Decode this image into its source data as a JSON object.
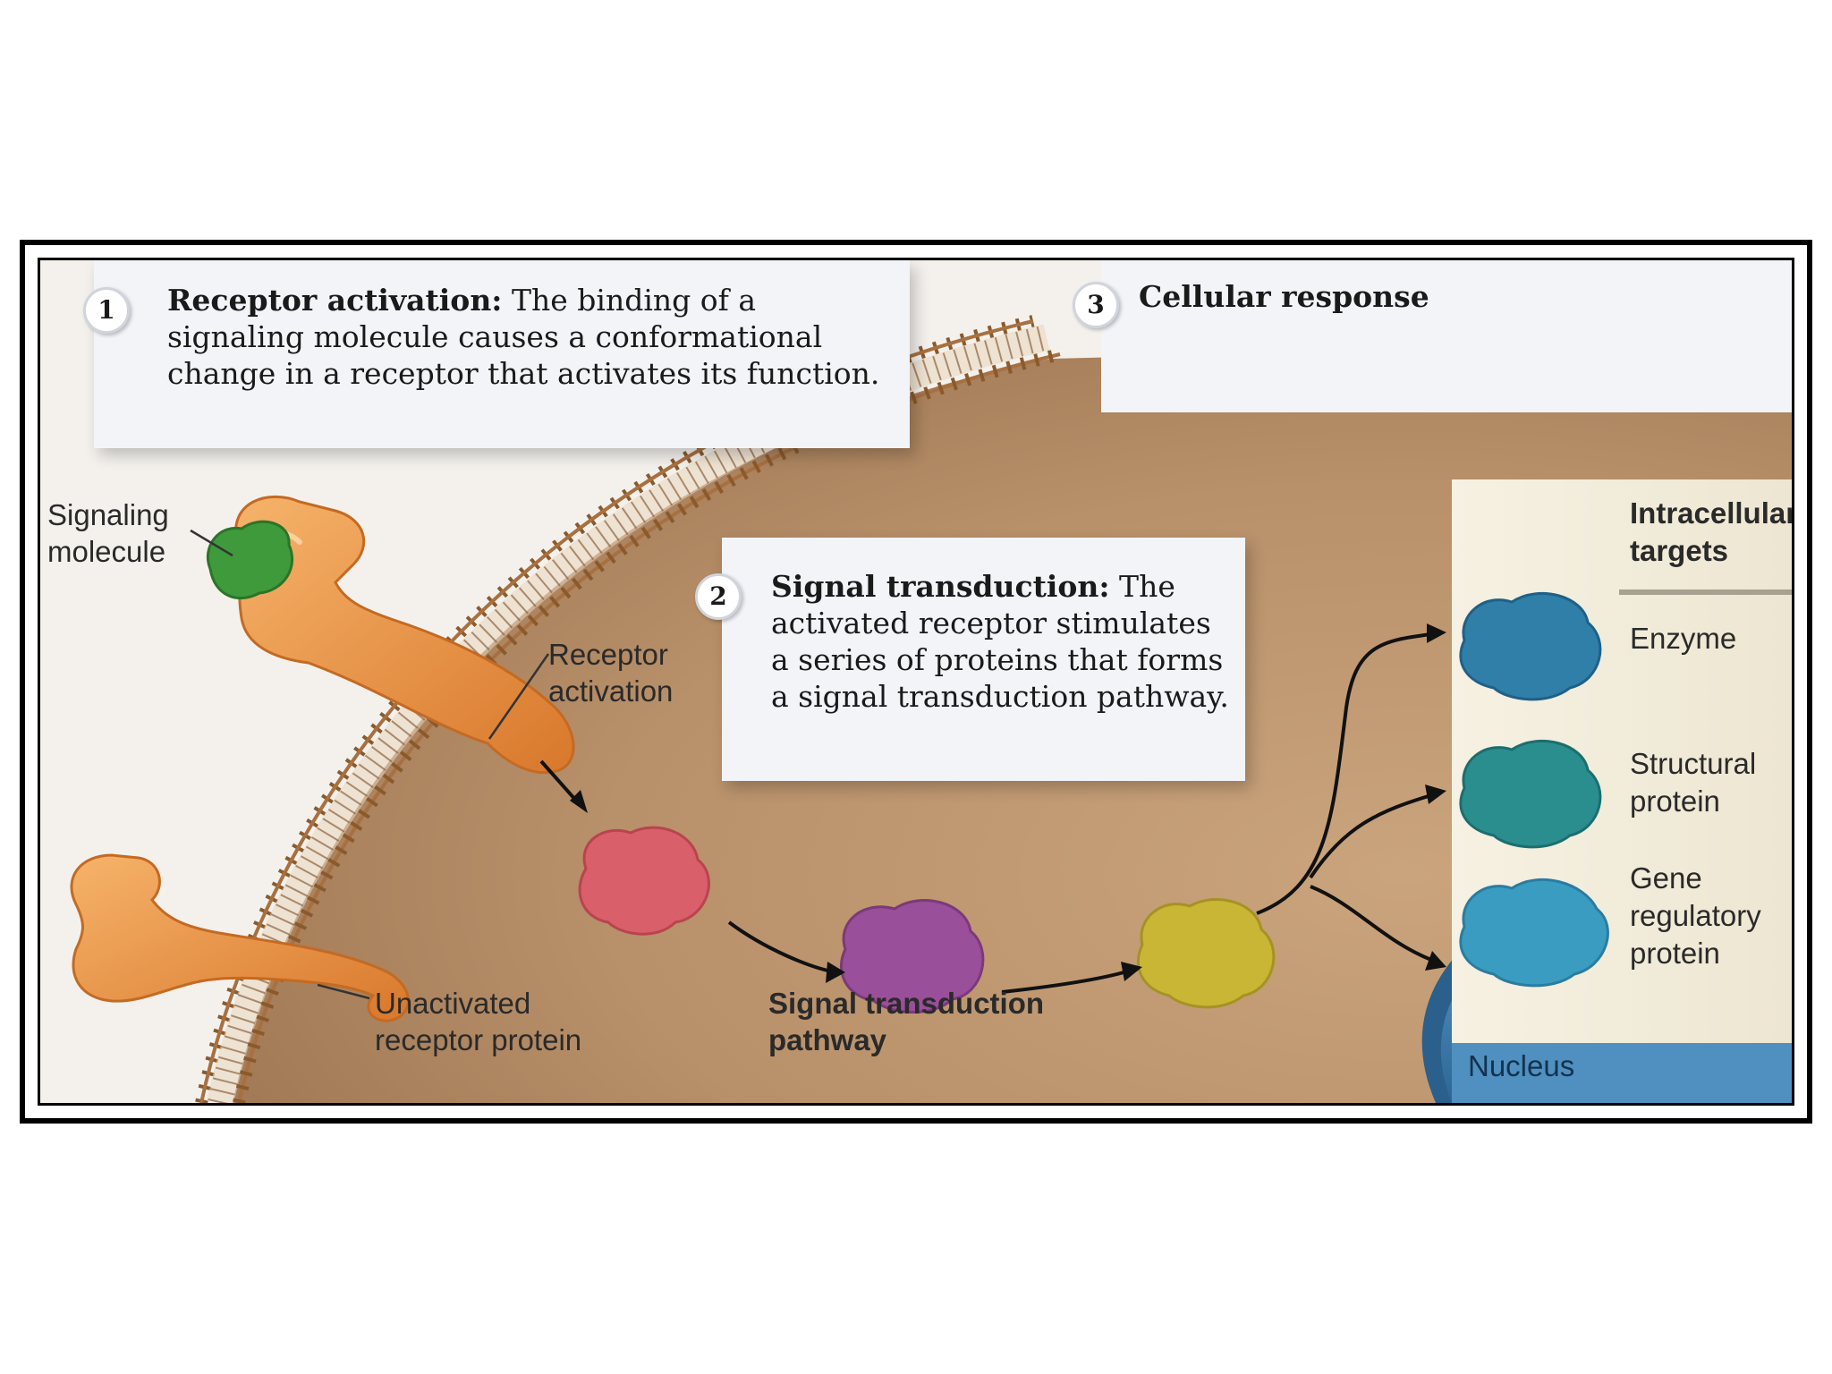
{
  "steps": [
    {
      "number": "1",
      "heading": "Receptor activation:",
      "text": " The binding of a signaling molecule causes a conformational change in a receptor that activates its function."
    },
    {
      "number": "2",
      "heading": "Signal transduction:",
      "text": " The activated receptor stimulates a series of proteins that forms a signal transduction pathway."
    },
    {
      "number": "3",
      "heading": "Cellular response",
      "text": ""
    }
  ],
  "labels": {
    "signaling_molecule": "Signaling molecule",
    "receptor_activation": "Receptor activation",
    "unactivated_receptor": "Unactivated receptor protein",
    "pathway": "Signal transduction pathway",
    "nucleus": "Nucleus"
  },
  "targets": {
    "heading": "Intracellular targets",
    "items": [
      {
        "label": "Enzyme",
        "color": "#2f7fa8"
      },
      {
        "label": "Structural protein",
        "color": "#2a8e8e"
      },
      {
        "label": "Gene regulatory protein",
        "color": "#3a9cc0"
      }
    ]
  },
  "colors": {
    "cytoplasm": "#b8906a",
    "membrane": "#a8743e",
    "receptor": "#e8923c",
    "signaling_molecule": "#3e9a3a",
    "protein_red": "#d9606a",
    "protein_purple": "#9a4f9a",
    "protein_yellow": "#c9b635",
    "nucleus": "#3f7fb0"
  }
}
